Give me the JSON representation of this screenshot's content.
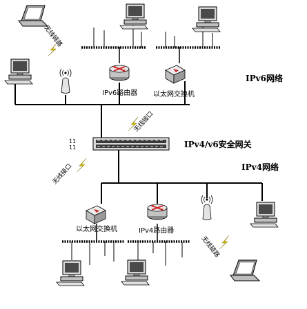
{
  "zones": {
    "ipv6": "IPv6网络",
    "gateway": "IPv4/v6安全网关",
    "ipv4": "IPv4网络"
  },
  "devices": {
    "ipv6_router": "IPv6路由器",
    "ipv6_switch": "以太网交换机",
    "ipv4_switch": "以太网交换机",
    "ipv4_router": "IPv4路由器"
  },
  "wireless": {
    "top_link": "无线链路",
    "gateway_upper": "无线接口",
    "gateway_lower": "无线接口",
    "bottom_link": "无线链路"
  },
  "gateway_port_marks": [
    "11",
    "11"
  ],
  "colors": {
    "line": "#000000",
    "device_gray": "#d0d0d0",
    "router_red": "#cc2222",
    "lightning": "#e6c800"
  }
}
